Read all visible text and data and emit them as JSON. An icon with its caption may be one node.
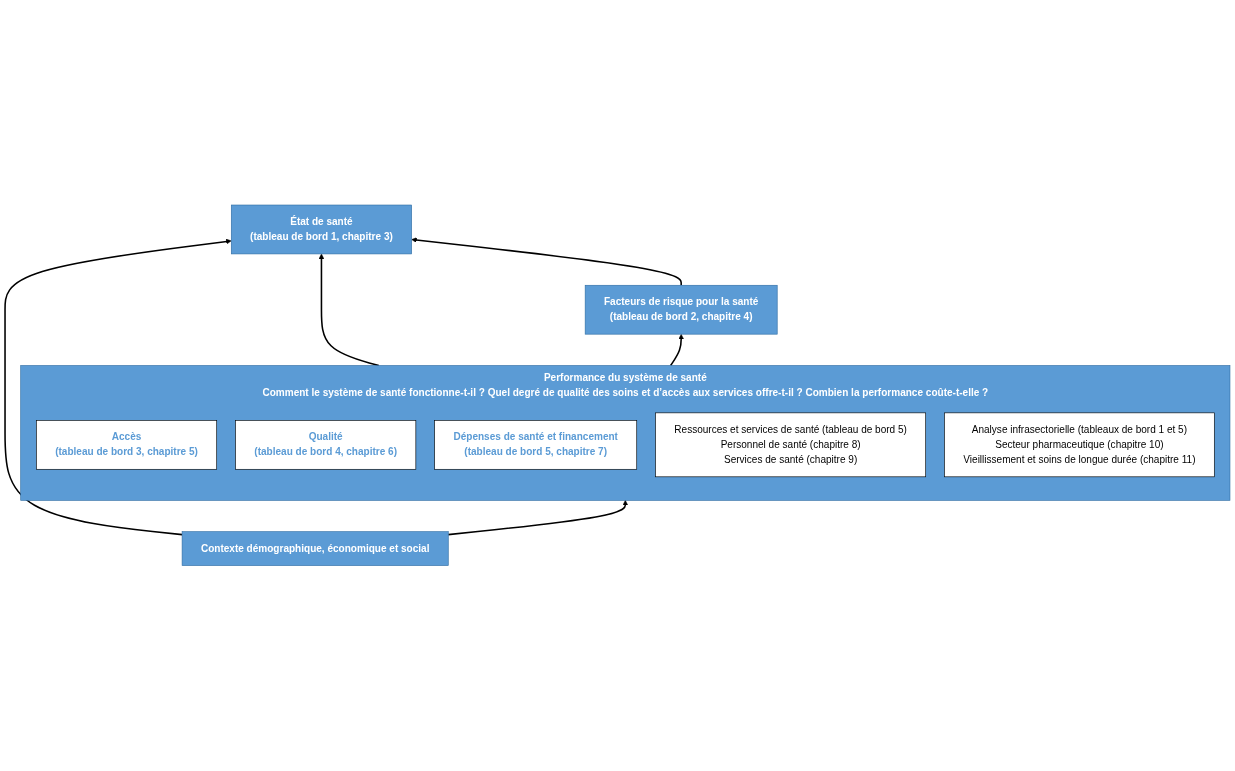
{
  "diagram": {
    "nodes": [
      {
        "text": [
          "État de santé",
          "(tableau de bord 1, chapitre 3)"
        ]
      },
      {
        "text": [
          "Facteurs de risque pour la santé",
          "(tableau de bord 2, chapitre 4)"
        ]
      },
      {
        "text": [
          "Performance du système de santé",
          "Comment le système de santé fonctionne-t-il ? Quel degré de qualité des soins et d’accès aux services offre-t-il ? Combien la performance coûte-t-elle ?"
        ]
      },
      {
        "text": [
          "Accès",
          "(tableau de bord 3, chapitre 5)"
        ],
        "in": 2
      },
      {
        "text": [
          "Qualité",
          "(tableau de bord 4, chapitre 6)"
        ],
        "in": 2
      },
      {
        "text": [
          "Dépenses de santé et financement",
          "(tableau de bord 5, chapitre 7)"
        ],
        "in": 2
      },
      {
        "text": [
          "Ressources et services de santé (tableau de bord 5)",
          "Personnel de santé (chapitre 8)",
          "Services de santé (chapitre 9)"
        ],
        "in": 2
      },
      {
        "text": [
          "Analyse infrasectorielle (tableaux de bord 1 et 5)",
          "Secteur pharmaceutique (chapitre 10)",
          "Vieillissement et soins de longue durée (chapitre 11)"
        ],
        "in": 2
      },
      {
        "text": [
          "Contexte démographique, économique et social"
        ]
      }
    ],
    "edges": [
      {
        "from": 2,
        "to": 0,
        "arrow": "to"
      },
      {
        "from": 1,
        "to": 0,
        "arrow": "to"
      },
      {
        "from": 2,
        "to": 1,
        "arrow": "to"
      },
      {
        "from": 8,
        "to": 2,
        "arrow": "to"
      },
      {
        "from": 8,
        "to": 0,
        "arrow": "to"
      }
    ]
  }
}
